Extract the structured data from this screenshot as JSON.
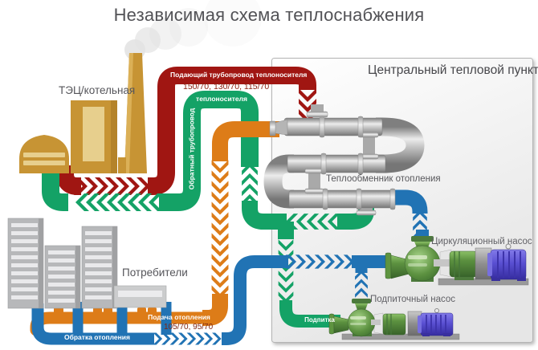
{
  "title": "Независимая схема теплоснабжения",
  "plant": {
    "label": "ТЭЦ/котельная"
  },
  "consumers": {
    "label": "Потребители"
  },
  "ctp": {
    "header": "Центральный тепловой пункт",
    "heat_exchanger": "Теплообменник отопления",
    "circulation_pump": "Циркуляционный насос",
    "makeup_pump": "Подпиточный насос"
  },
  "pipes": {
    "supply_main": {
      "label": "Подающий трубопровод теплоносителя",
      "temps": "150/70, 130/70, 115/70",
      "color": "#a01612"
    },
    "return_main": {
      "label_vertical": "Обратный трубопровод",
      "label_horizontal": "теплоносителя",
      "color": "#14a266"
    },
    "heating_supply": {
      "label": "Подача отопления",
      "temps": "105/70, 95/70",
      "color": "#dd7c18"
    },
    "heating_return": {
      "label": "Обратка отопления",
      "color": "#2173b4"
    },
    "makeup": {
      "label": "Подпитка",
      "color": "#14a266"
    }
  },
  "colors": {
    "pump_green": "#5c9140",
    "motor_purple": "#5a50d2",
    "exchanger_gray": "#b5b5b5",
    "building_gold": "#c79434",
    "consumer_gray": "#b7b8ba"
  }
}
